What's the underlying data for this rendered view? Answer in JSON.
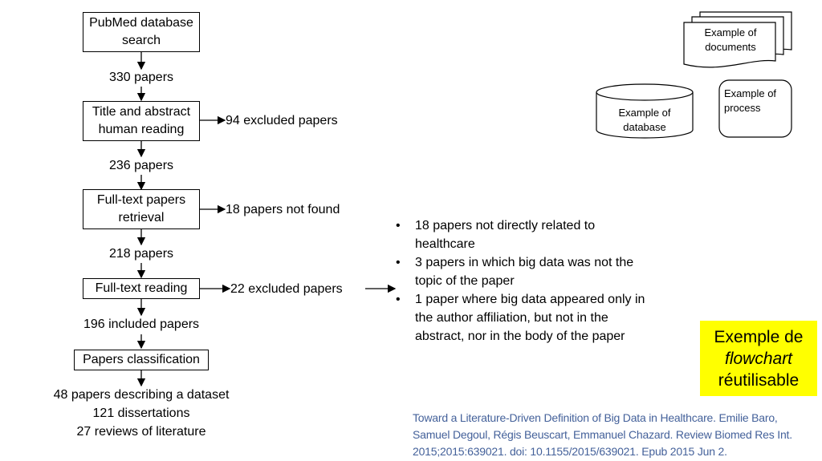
{
  "flow": {
    "box_search": "PubMed database\nsearch",
    "count1": "330 papers",
    "box_title": "Title and abstract\nhuman reading",
    "excl1": "94 excluded papers",
    "count2": "236 papers",
    "box_retrieval": "Full-text papers\nretrieval",
    "excl2": "18 papers not found",
    "count3": "218 papers",
    "box_reading": "Full-text reading",
    "excl3": "22 excluded papers",
    "count4": "196 included papers",
    "box_classification": "Papers classification",
    "result1": "48 papers describing a dataset",
    "result2": "121 dissertations",
    "result3": "27 reviews of literature"
  },
  "exclusion_reasons": [
    "18 papers not directly related to healthcare",
    "3 papers in which big data was not the topic of the paper",
    "1 paper where big data appeared only in the author affiliation, but not in the abstract, nor in the body of the paper"
  ],
  "legend": {
    "documents": "Example of documents",
    "database": "Example of database",
    "process": "Example of process"
  },
  "note": {
    "line1": "Exemple de",
    "line2": "flowchart",
    "line3": "réutilisable",
    "color": "#ffff00"
  },
  "citation": "Toward a Literature-Driven Definition of Big Data in Healthcare. Emilie Baro, Samuel Degoul, Régis Beuscart, Emmanuel Chazard. Review Biomed Res Int. 2015;2015:639021. doi: 10.1155/2015/639021. Epub 2015 Jun 2.",
  "colors": {
    "citation": "#44619a",
    "stroke": "#000000"
  }
}
